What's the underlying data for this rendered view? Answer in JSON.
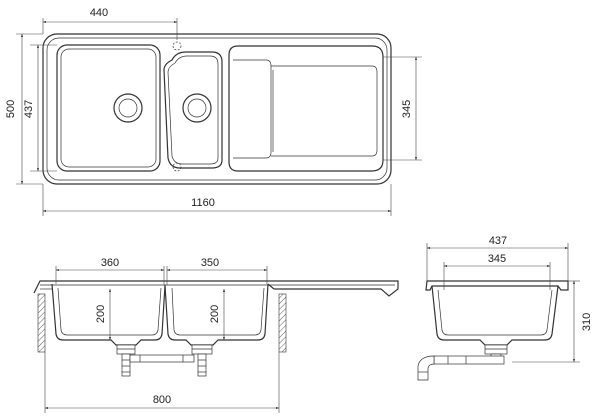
{
  "dimensions": {
    "top_width_bowl": "440",
    "top_height_total": "500",
    "top_height_inner": "437",
    "drainer_height": "345",
    "overall_length": "1160",
    "bowl1_width": "360",
    "bowl2_width": "350",
    "bowl1_depth": "200",
    "bowl2_depth": "200",
    "base_cabinet": "800",
    "side_width_outer": "437",
    "side_width_inner": "345",
    "side_height": "310"
  }
}
